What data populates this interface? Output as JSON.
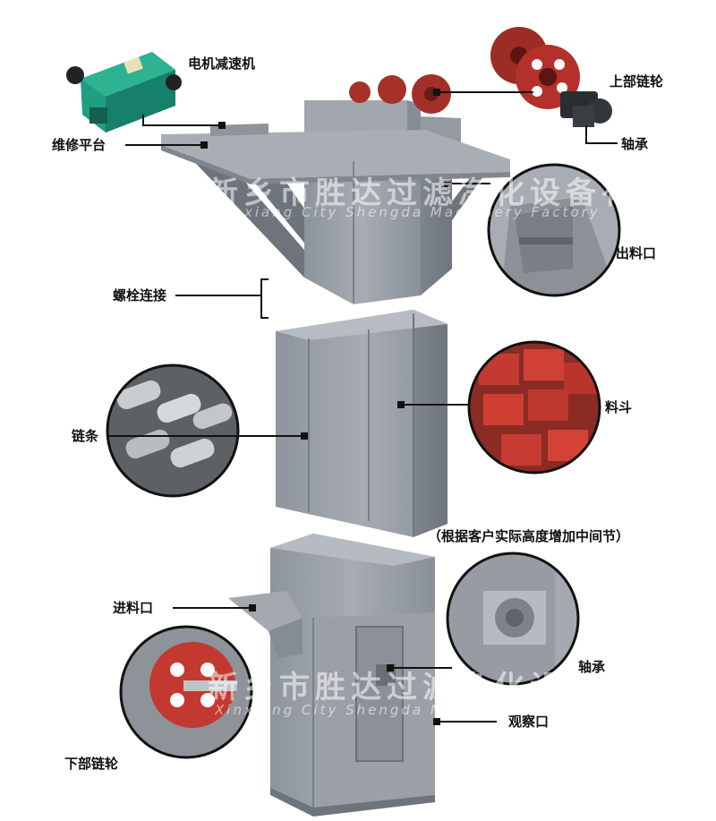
{
  "labels": {
    "motor_reducer": "电机减速机",
    "maintenance_platform": "维修平台",
    "upper_sprocket": "上部链轮",
    "bearing_top": "轴承",
    "outlet": "出料口",
    "bolt_connection": "螺栓连接",
    "chain": "链条",
    "bucket": "料斗",
    "middle_note": "（根据客户实际高度增加中间节）",
    "inlet": "进料口",
    "bearing_bottom": "轴承",
    "lower_sprocket": "下部链轮",
    "inspection_window": "观察口"
  },
  "watermark": {
    "cn": "新乡市胜达过滤净化设备有限公司",
    "en": "Xinxiang City Shengda Machinery Factory"
  },
  "colors": {
    "housing": "#9aa0a8",
    "housing_dark": "#7d838b",
    "housing_light": "#b8bdc4",
    "motor": "#1f9e82",
    "sprocket": "#b3312a",
    "leader": "#111111"
  }
}
